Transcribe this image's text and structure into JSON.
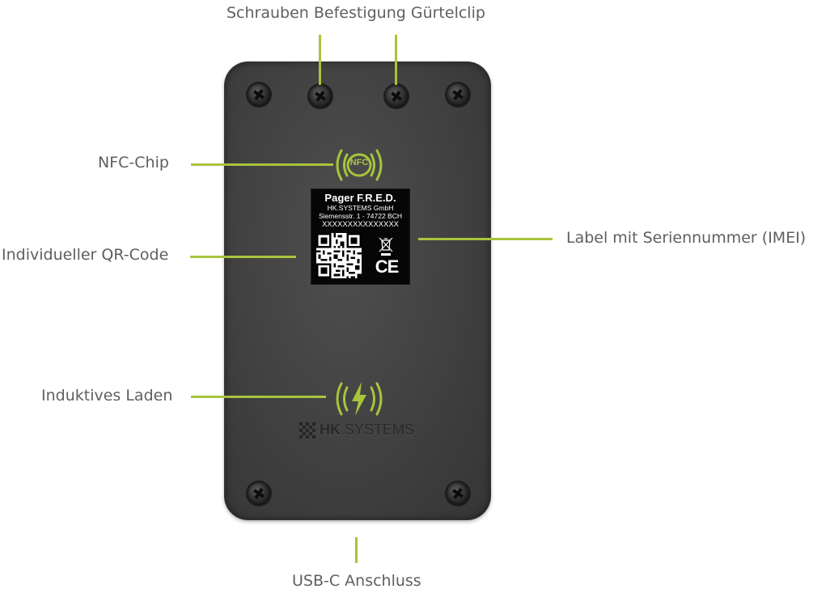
{
  "callouts": {
    "top": "Schrauben Befestigung Gürtelclip",
    "nfc": "NFC-Chip",
    "qr": "Individueller QR-Code",
    "label": "Label mit Seriennummer (IMEI)",
    "charging": "Induktives Laden",
    "usb": "USB-C Anschluss"
  },
  "device": {
    "nfc_text": "NFC",
    "label": {
      "title": "Pager F.R.E.D.",
      "company": "HK.SYSTEMS GmbH",
      "address": "Siemensstr. 1 - 74722 BCH",
      "serial": "XXXXXXXXXXXXXXX",
      "ce_mark": "CE"
    },
    "brand": {
      "bold": "HK",
      "rest": ".SYSTEMS"
    }
  },
  "colors": {
    "accent": "#a8c43c",
    "device_body": "#434343",
    "label_bg": "#060606",
    "text": "#5f5f5f"
  }
}
